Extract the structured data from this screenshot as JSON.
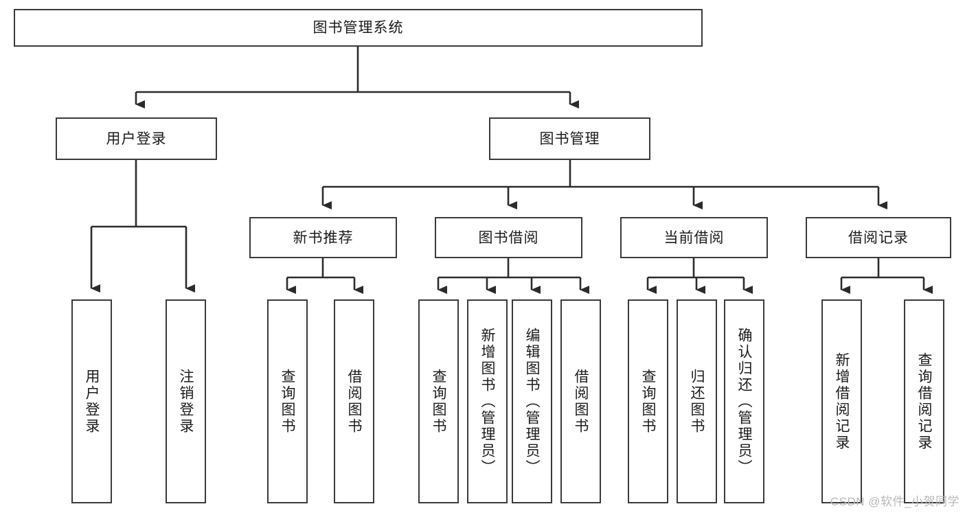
{
  "diagram": {
    "title": "图书管理系统",
    "type": "tree-hierarchy",
    "colors": {
      "box_border": "#3a3a3a",
      "box_fill": "#ffffff",
      "edge": "#2b2b2b",
      "text": "#1b1b1b",
      "watermark": "#b9b9b9"
    }
  },
  "root": {
    "label": "图书管理系统"
  },
  "level2": [
    {
      "label": "用户登录"
    },
    {
      "label": "图书管理"
    }
  ],
  "level3": [
    {
      "label": "新书推荐"
    },
    {
      "label": "图书借阅"
    },
    {
      "label": "当前借阅"
    },
    {
      "label": "借阅记录"
    }
  ],
  "leaves": {
    "user_login": [
      {
        "label": "用户登录"
      },
      {
        "label": "注销登录"
      }
    ],
    "new_book_recommend": [
      {
        "label": "查询图书"
      },
      {
        "label": "借阅图书"
      }
    ],
    "book_borrow": [
      {
        "label": "查询图书"
      },
      {
        "label": "新增图书（管理员）"
      },
      {
        "label": "编辑图书（管理员）"
      },
      {
        "label": "借阅图书"
      }
    ],
    "current_borrow": [
      {
        "label": "查询图书"
      },
      {
        "label": "归还图书"
      },
      {
        "label": "确认归还（管理员）"
      }
    ],
    "borrow_record": [
      {
        "label": "新增借阅记录"
      },
      {
        "label": "查询借阅记录"
      }
    ]
  },
  "watermark": {
    "text": "CSDN @软件_小贺同学"
  }
}
